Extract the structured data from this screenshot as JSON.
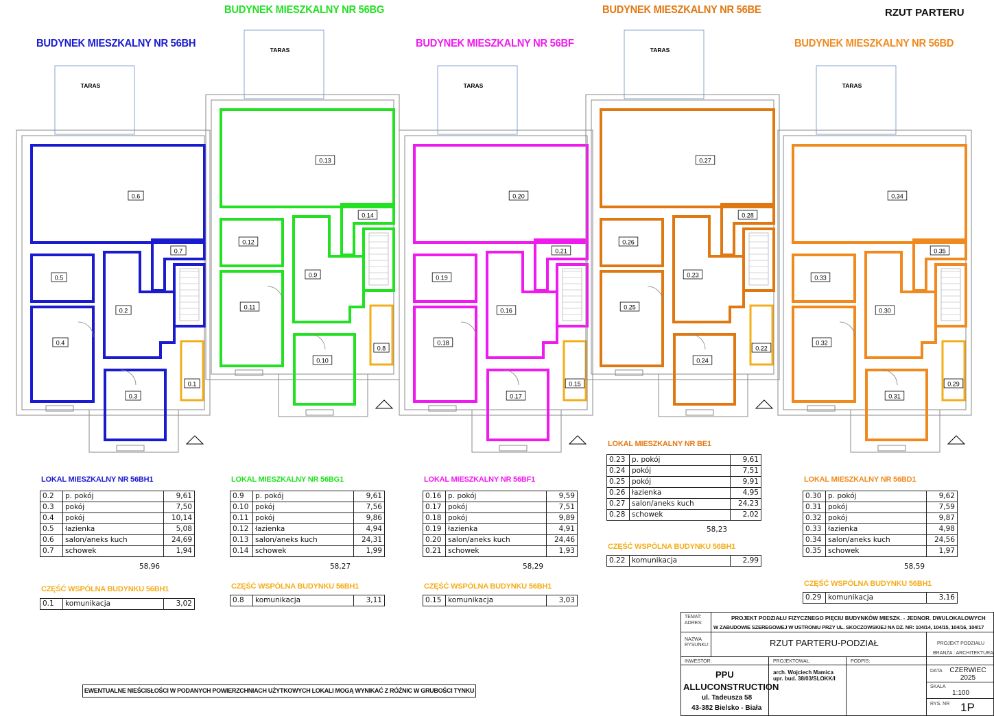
{
  "sheet_title": "RZUT PARTERU",
  "buildings": [
    {
      "name": "BUDYNEK MIESZKALNY NR 56BH",
      "color": "#1a1ad0"
    },
    {
      "name": "BUDYNEK MIESZKALNY NR 56BG",
      "color": "#22e022"
    },
    {
      "name": "BUDYNEK MIESZKALNY NR 56BF",
      "color": "#f019f0"
    },
    {
      "name": "BUDYNEK MIESZKALNY NR 56BE",
      "color": "#e07812"
    },
    {
      "name": "BUDYNEK MIESZKALNY NR 56BD",
      "color": "#f08a1e"
    }
  ],
  "common_color": "#f4ad1a",
  "taras_label": "TARAS",
  "room_labels": {
    "bh": [
      "0.6",
      "0.7",
      "0.5",
      "0.2",
      "0.4",
      "0.3",
      "0.1"
    ],
    "bg": [
      "0.13",
      "0.14",
      "0.12",
      "0.9",
      "0.11",
      "0.10",
      "0.8"
    ],
    "bf": [
      "0.20",
      "0.21",
      "0.19",
      "0.16",
      "0.18",
      "0.17",
      "0.15"
    ],
    "be": [
      "0.27",
      "0.28",
      "0.26",
      "0.23",
      "0.25",
      "0.24",
      "0.22"
    ],
    "bd": [
      "0.34",
      "0.35",
      "0.33",
      "0.30",
      "0.32",
      "0.31",
      "0.29"
    ]
  },
  "units": [
    {
      "heading": "LOKAL MIESZKALNY NR 56BH1",
      "rows": [
        [
          "0.2",
          "p. pokój",
          "9,61"
        ],
        [
          "0.3",
          "pokój",
          "7,50"
        ],
        [
          "0.4",
          "pokój",
          "10,14"
        ],
        [
          "0.5",
          "łazienka",
          "5,08"
        ],
        [
          "0.6",
          "salon/aneks kuch",
          "24,69"
        ],
        [
          "0.7",
          "schowek",
          "1,94"
        ]
      ],
      "total": "58,96",
      "common_heading": "CZĘŚĆ WSPÓLNA BUDYNKU 56BH1",
      "common": [
        "0.1",
        "komunikacja",
        "3,02"
      ]
    },
    {
      "heading": "LOKAL MIESZKALNY NR 56BG1",
      "rows": [
        [
          "0.9",
          "p. pokój",
          "9,61"
        ],
        [
          "0.10",
          "pokój",
          "7,56"
        ],
        [
          "0.11",
          "pokój",
          "9,86"
        ],
        [
          "0.12",
          "łazienka",
          "4,94"
        ],
        [
          "0.13",
          "salon/aneks kuch",
          "24,31"
        ],
        [
          "0.14",
          "schowek",
          "1,99"
        ]
      ],
      "total": "58,27",
      "common_heading": "CZĘŚĆ WSPÓLNA BUDYNKU 56BH1",
      "common": [
        "0.8",
        "komunikacja",
        "3,11"
      ]
    },
    {
      "heading": "LOKAL MIESZKALNY NR 56BF1",
      "rows": [
        [
          "0.16",
          "p. pokój",
          "9,59"
        ],
        [
          "0.17",
          "pokój",
          "7,51"
        ],
        [
          "0.18",
          "pokój",
          "9,89"
        ],
        [
          "0.19",
          "łazienka",
          "4,91"
        ],
        [
          "0.20",
          "salon/aneks kuch",
          "24,46"
        ],
        [
          "0.21",
          "schowek",
          "1,93"
        ]
      ],
      "total": "58,29",
      "common_heading": "CZĘŚĆ WSPÓLNA BUDYNKU 56BH1",
      "common": [
        "0.15",
        "komunikacja",
        "3,03"
      ]
    },
    {
      "heading": "LOKAL MIESZKALNY NR BE1",
      "rows": [
        [
          "0.23",
          "p. pokój",
          "9,61"
        ],
        [
          "0.24",
          "pokój",
          "7,51"
        ],
        [
          "0.25",
          "pokój",
          "9,91"
        ],
        [
          "0.26",
          "łazienka",
          "4,95"
        ],
        [
          "0.27",
          "salon/aneks kuch",
          "24,23"
        ],
        [
          "0.28",
          "schowek",
          "2,02"
        ]
      ],
      "total": "58,23",
      "common_heading": "CZĘŚĆ WSPÓLNA BUDYNKU 56BH1",
      "common": [
        "0.22",
        "komunikacja",
        "2,99"
      ]
    },
    {
      "heading": "LOKAL MIESZKALNY NR 56BD1",
      "rows": [
        [
          "0.30",
          "p. pokój",
          "9,62"
        ],
        [
          "0.31",
          "pokój",
          "7,59"
        ],
        [
          "0.32",
          "pokój",
          "9,87"
        ],
        [
          "0.33",
          "łazienka",
          "4,98"
        ],
        [
          "0.34",
          "salon/aneks kuch",
          "24,56"
        ],
        [
          "0.35",
          "schowek",
          "1,97"
        ]
      ],
      "total": "58,59",
      "common_heading": "CZĘŚĆ WSPÓLNA BUDYNKU 56BH1",
      "common": [
        "0.29",
        "komunikacja",
        "3,16"
      ]
    }
  ],
  "note": "EWENTUALNE NIEŚCISŁOŚCI W PODANYCH POWIERZCHNIACH UŻYTKOWYCH LOKALI MOGĄ WYNIKAĆ Z RÓŻNIC W GRUBOŚCI TYNKU",
  "title_block": {
    "temat_label": "TEMAT:",
    "adres_label": "ADRES:",
    "project_line1": "PROJEKT PODZIAŁU FIZYCZNEGO PIĘCIU BUDYNKÓW MIESZK. - JEDNOR. DWULOKALOWYCH",
    "project_line2": "W ZABUDOWIE SZEREGOWEJ W USTRONIU PRZY UL. SKOCZOWSKIEJ NA DZ. NR: 104/14, 104/15, 104/16, 104/17",
    "nazwa_label": "NAZWA",
    "rysunku_label": "RYSUNKU:",
    "drawing_name": "RZUT PARTERU-PODZIAŁ",
    "project_type": "PROJEKT PODZIAŁU",
    "branza": "BRANŻA : ARCHITEKTURA",
    "inwestor_label": "INWESTOR:",
    "projektowal_label": "PROJEKTOWAŁ:",
    "podpis_label": "PODPIS:",
    "investor_1": "PPU",
    "investor_2": "ALLUCONSTRUCTION",
    "investor_3": "ul. Tadeusza 58",
    "investor_4": "43-382 Bielsko - Biała",
    "designer_1": "arch. Wojciech Mamica",
    "designer_2": "upr. bud. 38/03/SLOKK/I",
    "data_label": "DATA",
    "date": "CZERWIEC 2025",
    "skala_label": "SKALA",
    "scale": "1:100",
    "rys_label": "RYS. NR",
    "sheet_no": "1P"
  }
}
